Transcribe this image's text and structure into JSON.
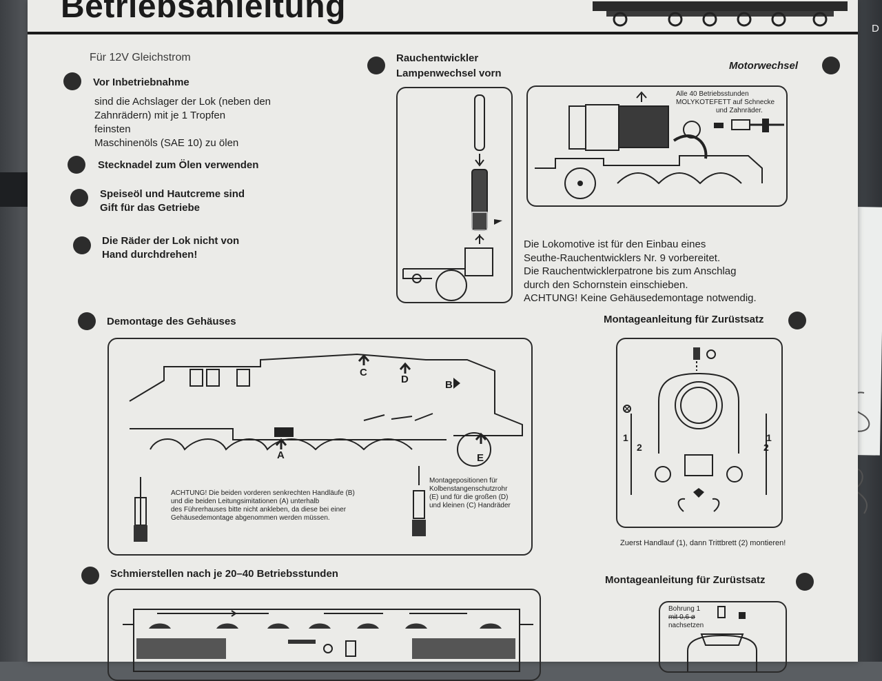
{
  "header": {
    "title": "Betriebsanleitung",
    "corner_letter": "D"
  },
  "intro": {
    "power_note": "Für 12V Gleichstrom",
    "before_use_heading": "Vor Inbetriebnahme",
    "before_use_lines": [
      "sind die Achslager der Lok (neben den",
      "Zahnrädern) mit je 1 Tropfen",
      "feinsten",
      "Maschinenöls (SAE 10) zu ölen"
    ],
    "tip_pin": "Stecknadel zum Ölen verwenden",
    "warning_oil_lines": [
      "Speiseöl und Hautcreme sind",
      "Gift für das Getriebe"
    ],
    "warning_wheels_lines": [
      "Die Räder der Lok nicht von",
      "Hand durchdrehen!"
    ]
  },
  "smoke": {
    "heading_lines": [
      "Rauchentwickler",
      "Lampenwechsel vorn"
    ],
    "description_lines": [
      "Die Lokomotive ist für den Einbau eines",
      "Seuthe-Rauchentwicklers Nr. 9 vorbereitet.",
      "Die Rauchentwicklerpatrone bis zum Anschlag",
      "durch den Schornstein einschieben.",
      "ACHTUNG! Keine Gehäusedemontage notwendig."
    ]
  },
  "motor": {
    "heading": "Motorwechsel",
    "note_lines": [
      "Alle 40 Betriebsstunden",
      "MOLYKOTEFETT auf Schnecke",
      "und Zahnräder."
    ]
  },
  "housing": {
    "heading": "Demontage des Gehäuses",
    "labels": {
      "a": "A",
      "b": "B",
      "c": "C",
      "d": "D",
      "e": "E"
    },
    "warning_lines": [
      "ACHTUNG! Die beiden vorderen senkrechten Handläufe (B)",
      "und die beiden Leitungsimitationen (A) unterhalb",
      "des Führerhauses bitte nicht ankleben, da diese bei einer",
      "Gehäusedemontage abgenommen werden müssen."
    ],
    "mount_lines": [
      "Montagepositionen für",
      "Kolbenstangenschutzrohr",
      "(E) und für die großen (D)",
      "und kleinen (C) Handräder"
    ]
  },
  "kit_front": {
    "heading": "Montageanleitung für Zurüstsatz",
    "label_1": "1",
    "label_2": "2",
    "caption": "Zuerst Handlauf (1), dann Trittbrett (2) montieren!"
  },
  "lubrication": {
    "heading": "Schmierstellen nach je 20–40 Betriebsstunden"
  },
  "kit_bottom": {
    "heading": "Montageanleitung für Zurüstsatz",
    "note_lines": [
      "Bohrung 1",
      "mit 0,6 ø",
      "nachsetzen"
    ]
  }
}
